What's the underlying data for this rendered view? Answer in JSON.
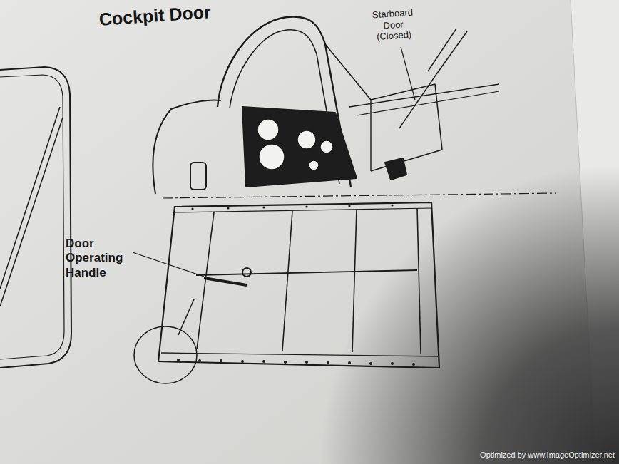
{
  "diagram": {
    "title": "Cockpit Door",
    "labels": [
      "Starboard Door (Closed)",
      "Door Operating Handle",
      "Optimized by www.ImageOptimizer.net"
    ]
  }
}
